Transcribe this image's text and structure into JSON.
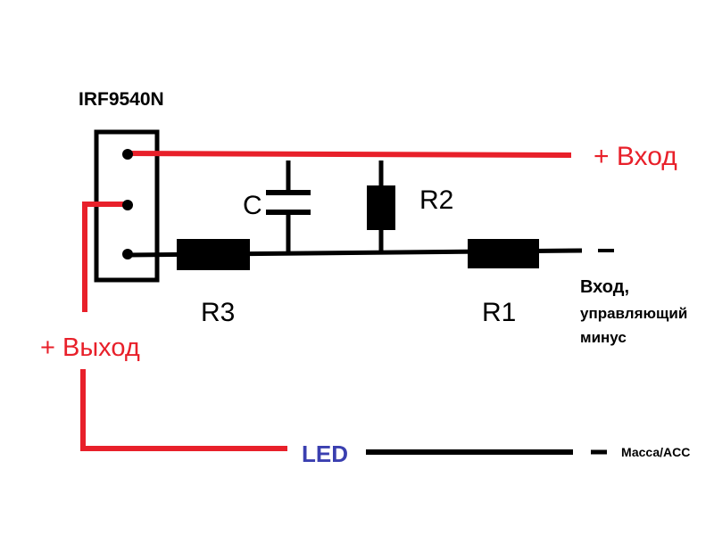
{
  "component_label": "IRF9540N",
  "capacitor_label": "C",
  "resistors": {
    "r1": "R1",
    "r2": "R2",
    "r3": "R3"
  },
  "input_plus": "+ Вход",
  "input_minus_dash": "–",
  "input_control": {
    "line1": "Вход,",
    "line2": "управляющий",
    "line3": "минус"
  },
  "output_plus": "+ Выход",
  "led_label": "LED",
  "ground_dash": "–",
  "ground_label": "Масса/ACC",
  "colors": {
    "positive": "#e8202a",
    "wire": "#000000",
    "led": "#3a3fb0"
  }
}
